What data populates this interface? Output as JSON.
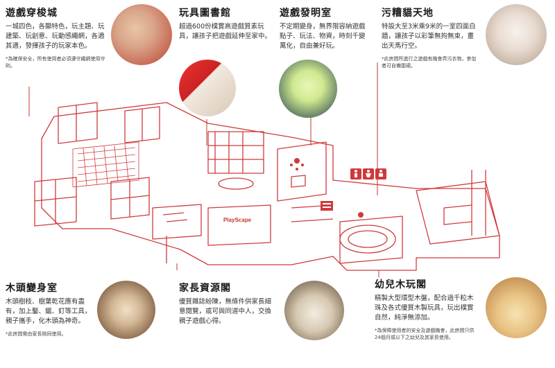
{
  "zones": {
    "game_forest": {
      "title": "遊戲穿梭城",
      "desc": "一城四色，各顯特色，玩主題、玩建築、玩創意、玩動感繩網，各適其適，發揮孩子的玩家本色。",
      "note": "*為確保安全，所有使用者必須遵守繩網使用守則。"
    },
    "toy_library": {
      "title": "玩具圖書館",
      "desc": "超過600份樸實高遊戲質素玩具，讓孩子把遊戲延伸至家中。"
    },
    "invention_room": {
      "title": "遊戲發明室",
      "desc": "不定期變身，無界限容納遊戲點子、玩法、物資，時刻千變萬化，自由兼好玩。"
    },
    "messy_cat": {
      "title": "污糟貓天地",
      "desc": "特設大至3米乘9米的一室四面白牆，讓孩子以彩筆無拘無束，畫出天馬行空。",
      "note": "*此房間所進行之遊戲有機會弄污衣物，參加者可自備圍裙。"
    },
    "wood_workshop": {
      "title": "木頭變身室",
      "desc": "木頭樹枝、樹葉乾花應有盡有，加上鑿、鋸、釘等工具，親子攜手，化木頭為神奇。",
      "note": "*此房間需由家長陪同使用。"
    },
    "parent_resource": {
      "title": "家長資源閣",
      "desc": "優質雜誌紛陳，無條件供家長細意閱覽，或可與同道中人，交換親子遊戲心得。"
    },
    "toddler_corner": {
      "title": "幼兒木玩閣",
      "desc": "精製大型環型木盤，配合過千粒木珠及各式優質木製玩具，玩出樸實自然，純淨無添加。",
      "note": "*為保障使用者的安全及遊戲機會，此房間只供24個月或以下之幼兒及其家長使用。"
    }
  },
  "plan": {
    "logo_text": "PlayScape"
  },
  "colors": {
    "line": "#d0393b",
    "accent": "#c0392b",
    "text": "#222222"
  }
}
